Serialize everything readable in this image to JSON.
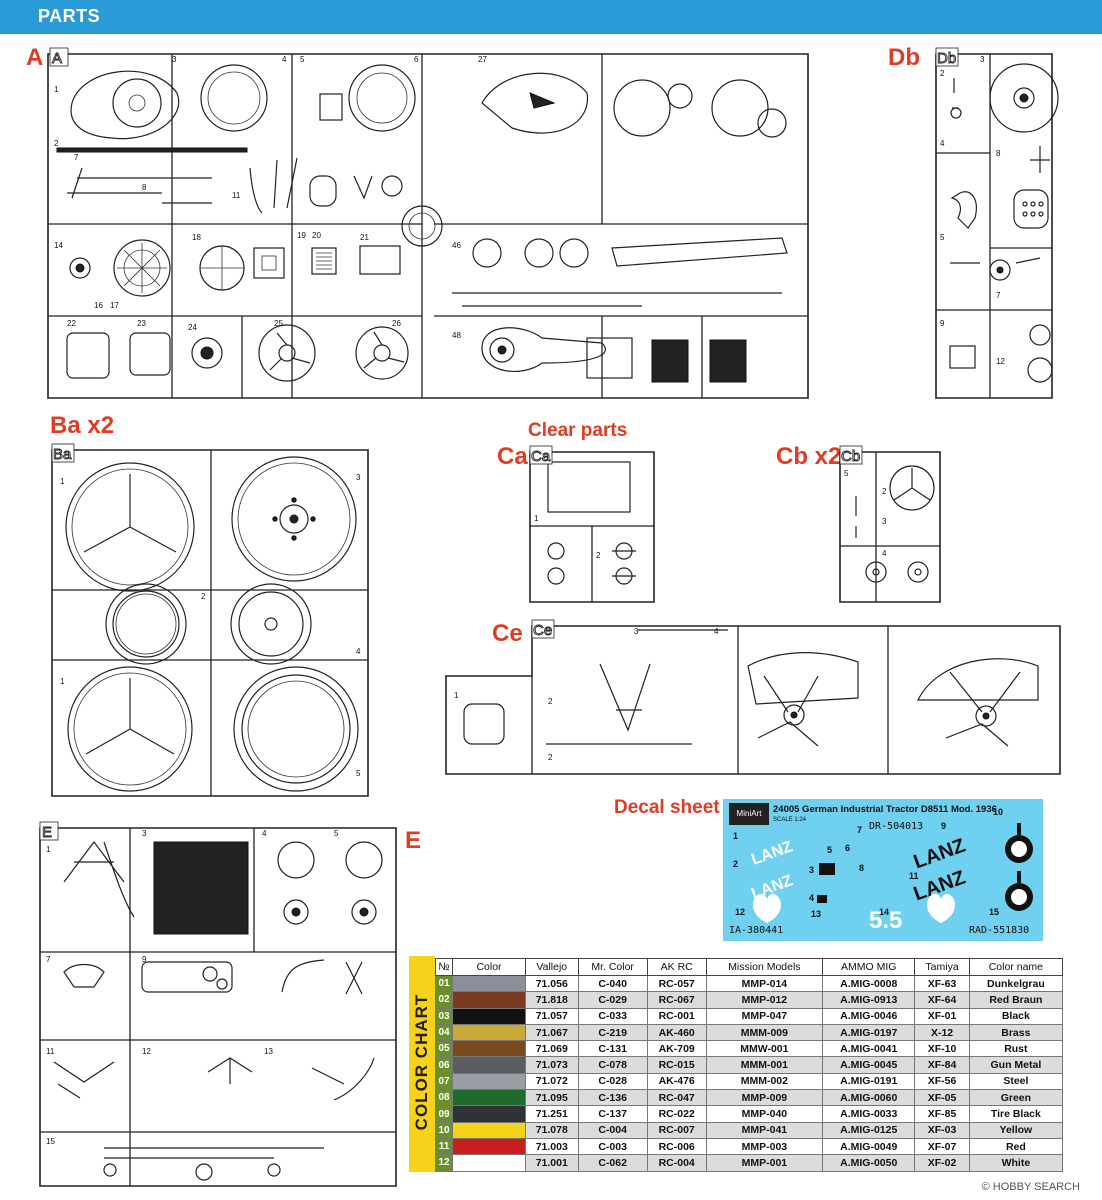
{
  "header": {
    "title": "PARTS"
  },
  "sprues": {
    "A": {
      "label": "A",
      "letter": "A"
    },
    "Db": {
      "label": "Db",
      "letter": "Db"
    },
    "Ba": {
      "label": "Ba x2",
      "letter": "Ba"
    },
    "Ca": {
      "label": "Ca",
      "letter": "Ca"
    },
    "Cb": {
      "label": "Cb x2",
      "letter": "Cb"
    },
    "Ce": {
      "label": "Ce",
      "letter": "Ce"
    },
    "E": {
      "label": "E",
      "letter": "E"
    }
  },
  "clear_parts_label": "Clear parts",
  "decal_sheet_label": "Decal sheet",
  "decal": {
    "logo": "MiniArt",
    "title": "24005 German Industrial Tractor D8511 Mod. 1936",
    "scale": "SCALE 1:24",
    "plate_top": "DR-504013",
    "plate_left": "IA-380441",
    "plate_right": "RAD-551830",
    "brand_1": "LANZ",
    "brand_2": "LANZ",
    "big_number": "5.5",
    "numbers": [
      "1",
      "2",
      "3",
      "4",
      "5",
      "6",
      "7",
      "8",
      "9",
      "10",
      "11",
      "12",
      "13",
      "14",
      "15"
    ]
  },
  "color_chart": {
    "side_title": "COLOR CHART",
    "headers": [
      "№",
      "Color",
      "Vallejo",
      "Mr. Color",
      "AK RC",
      "Mission Models",
      "AMMO MIG",
      "Tamiya",
      "Color name"
    ],
    "rows": [
      {
        "n": "01",
        "swatch": "#8a8f9a",
        "vallejo": "71.056",
        "mrcolor": "C-040",
        "akrc": "RC-057",
        "mission": "MMP-014",
        "ammo": "A.MIG-0008",
        "tamiya": "XF-63",
        "name": "Dunkelgrau"
      },
      {
        "n": "02",
        "swatch": "#7a3b22",
        "vallejo": "71.818",
        "mrcolor": "C-029",
        "akrc": "RC-067",
        "mission": "MMP-012",
        "ammo": "A.MIG-0913",
        "tamiya": "XF-64",
        "name": "Red Braun"
      },
      {
        "n": "03",
        "swatch": "#111111",
        "vallejo": "71.057",
        "mrcolor": "C-033",
        "akrc": "RC-001",
        "mission": "MMP-047",
        "ammo": "A.MIG-0046",
        "tamiya": "XF-01",
        "name": "Black"
      },
      {
        "n": "04",
        "swatch": "#c9a93a",
        "vallejo": "71.067",
        "mrcolor": "C-219",
        "akrc": "AK-460",
        "mission": "MMM-009",
        "ammo": "A.MIG-0197",
        "tamiya": "X-12",
        "name": "Brass"
      },
      {
        "n": "05",
        "swatch": "#7a4a1e",
        "vallejo": "71.069",
        "mrcolor": "C-131",
        "akrc": "AK-709",
        "mission": "MMW-001",
        "ammo": "A.MIG-0041",
        "tamiya": "XF-10",
        "name": "Rust"
      },
      {
        "n": "06",
        "swatch": "#5a5d62",
        "vallejo": "71.073",
        "mrcolor": "C-078",
        "akrc": "RC-015",
        "mission": "MMM-001",
        "ammo": "A.MIG-0045",
        "tamiya": "XF-84",
        "name": "Gun Metal"
      },
      {
        "n": "07",
        "swatch": "#9a9ea4",
        "vallejo": "71.072",
        "mrcolor": "C-028",
        "akrc": "AK-476",
        "mission": "MMM-002",
        "ammo": "A.MIG-0191",
        "tamiya": "XF-56",
        "name": "Steel"
      },
      {
        "n": "08",
        "swatch": "#1e6b2c",
        "vallejo": "71.095",
        "mrcolor": "C-136",
        "akrc": "RC-047",
        "mission": "MMP-009",
        "ammo": "A.MIG-0060",
        "tamiya": "XF-05",
        "name": "Green"
      },
      {
        "n": "09",
        "swatch": "#2f3336",
        "vallejo": "71.251",
        "mrcolor": "C-137",
        "akrc": "RC-022",
        "mission": "MMP-040",
        "ammo": "A.MIG-0033",
        "tamiya": "XF-85",
        "name": "Tire Black"
      },
      {
        "n": "10",
        "swatch": "#f3d21a",
        "vallejo": "71.078",
        "mrcolor": "C-004",
        "akrc": "RC-007",
        "mission": "MMP-041",
        "ammo": "A.MIG-0125",
        "tamiya": "XF-03",
        "name": "Yellow"
      },
      {
        "n": "11",
        "swatch": "#c81e1e",
        "vallejo": "71.003",
        "mrcolor": "C-003",
        "akrc": "RC-006",
        "mission": "MMP-003",
        "ammo": "A.MIG-0049",
        "tamiya": "XF-07",
        "name": "Red"
      },
      {
        "n": "12",
        "swatch": "#ffffff",
        "vallejo": "71.001",
        "mrcolor": "C-062",
        "akrc": "RC-004",
        "mission": "MMP-001",
        "ammo": "A.MIG-0050",
        "tamiya": "XF-02",
        "name": "White"
      }
    ]
  },
  "watermark": "© HOBBY SEARCH"
}
